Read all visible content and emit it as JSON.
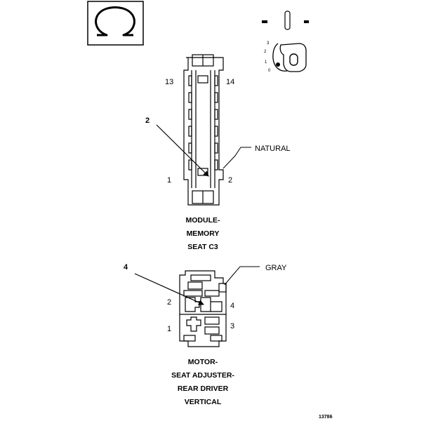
{
  "legend_symbol": "Ω",
  "legend_icon": "ohmmeter-icon",
  "switch": {
    "positions": [
      "3",
      "2",
      "1",
      "0"
    ],
    "icon": "ignition-key-switch-icon"
  },
  "connector1": {
    "pin_top_left": "13",
    "pin_top_right": "14",
    "pin_bottom_left": "1",
    "pin_bottom_right": "2",
    "callout": "2",
    "color": "NATURAL",
    "caption": [
      "MODULE-",
      "MEMORY",
      "SEAT C3"
    ]
  },
  "connector2": {
    "pin_left_top": "2",
    "pin_right_top": "4",
    "pin_left_bottom": "1",
    "pin_right_bottom": "3",
    "callout": "4",
    "color": "GRAY",
    "caption": [
      "MOTOR-",
      "SEAT ADJUSTER-",
      "REAR DRIVER",
      "VERTICAL"
    ]
  },
  "figure_number": "13786"
}
